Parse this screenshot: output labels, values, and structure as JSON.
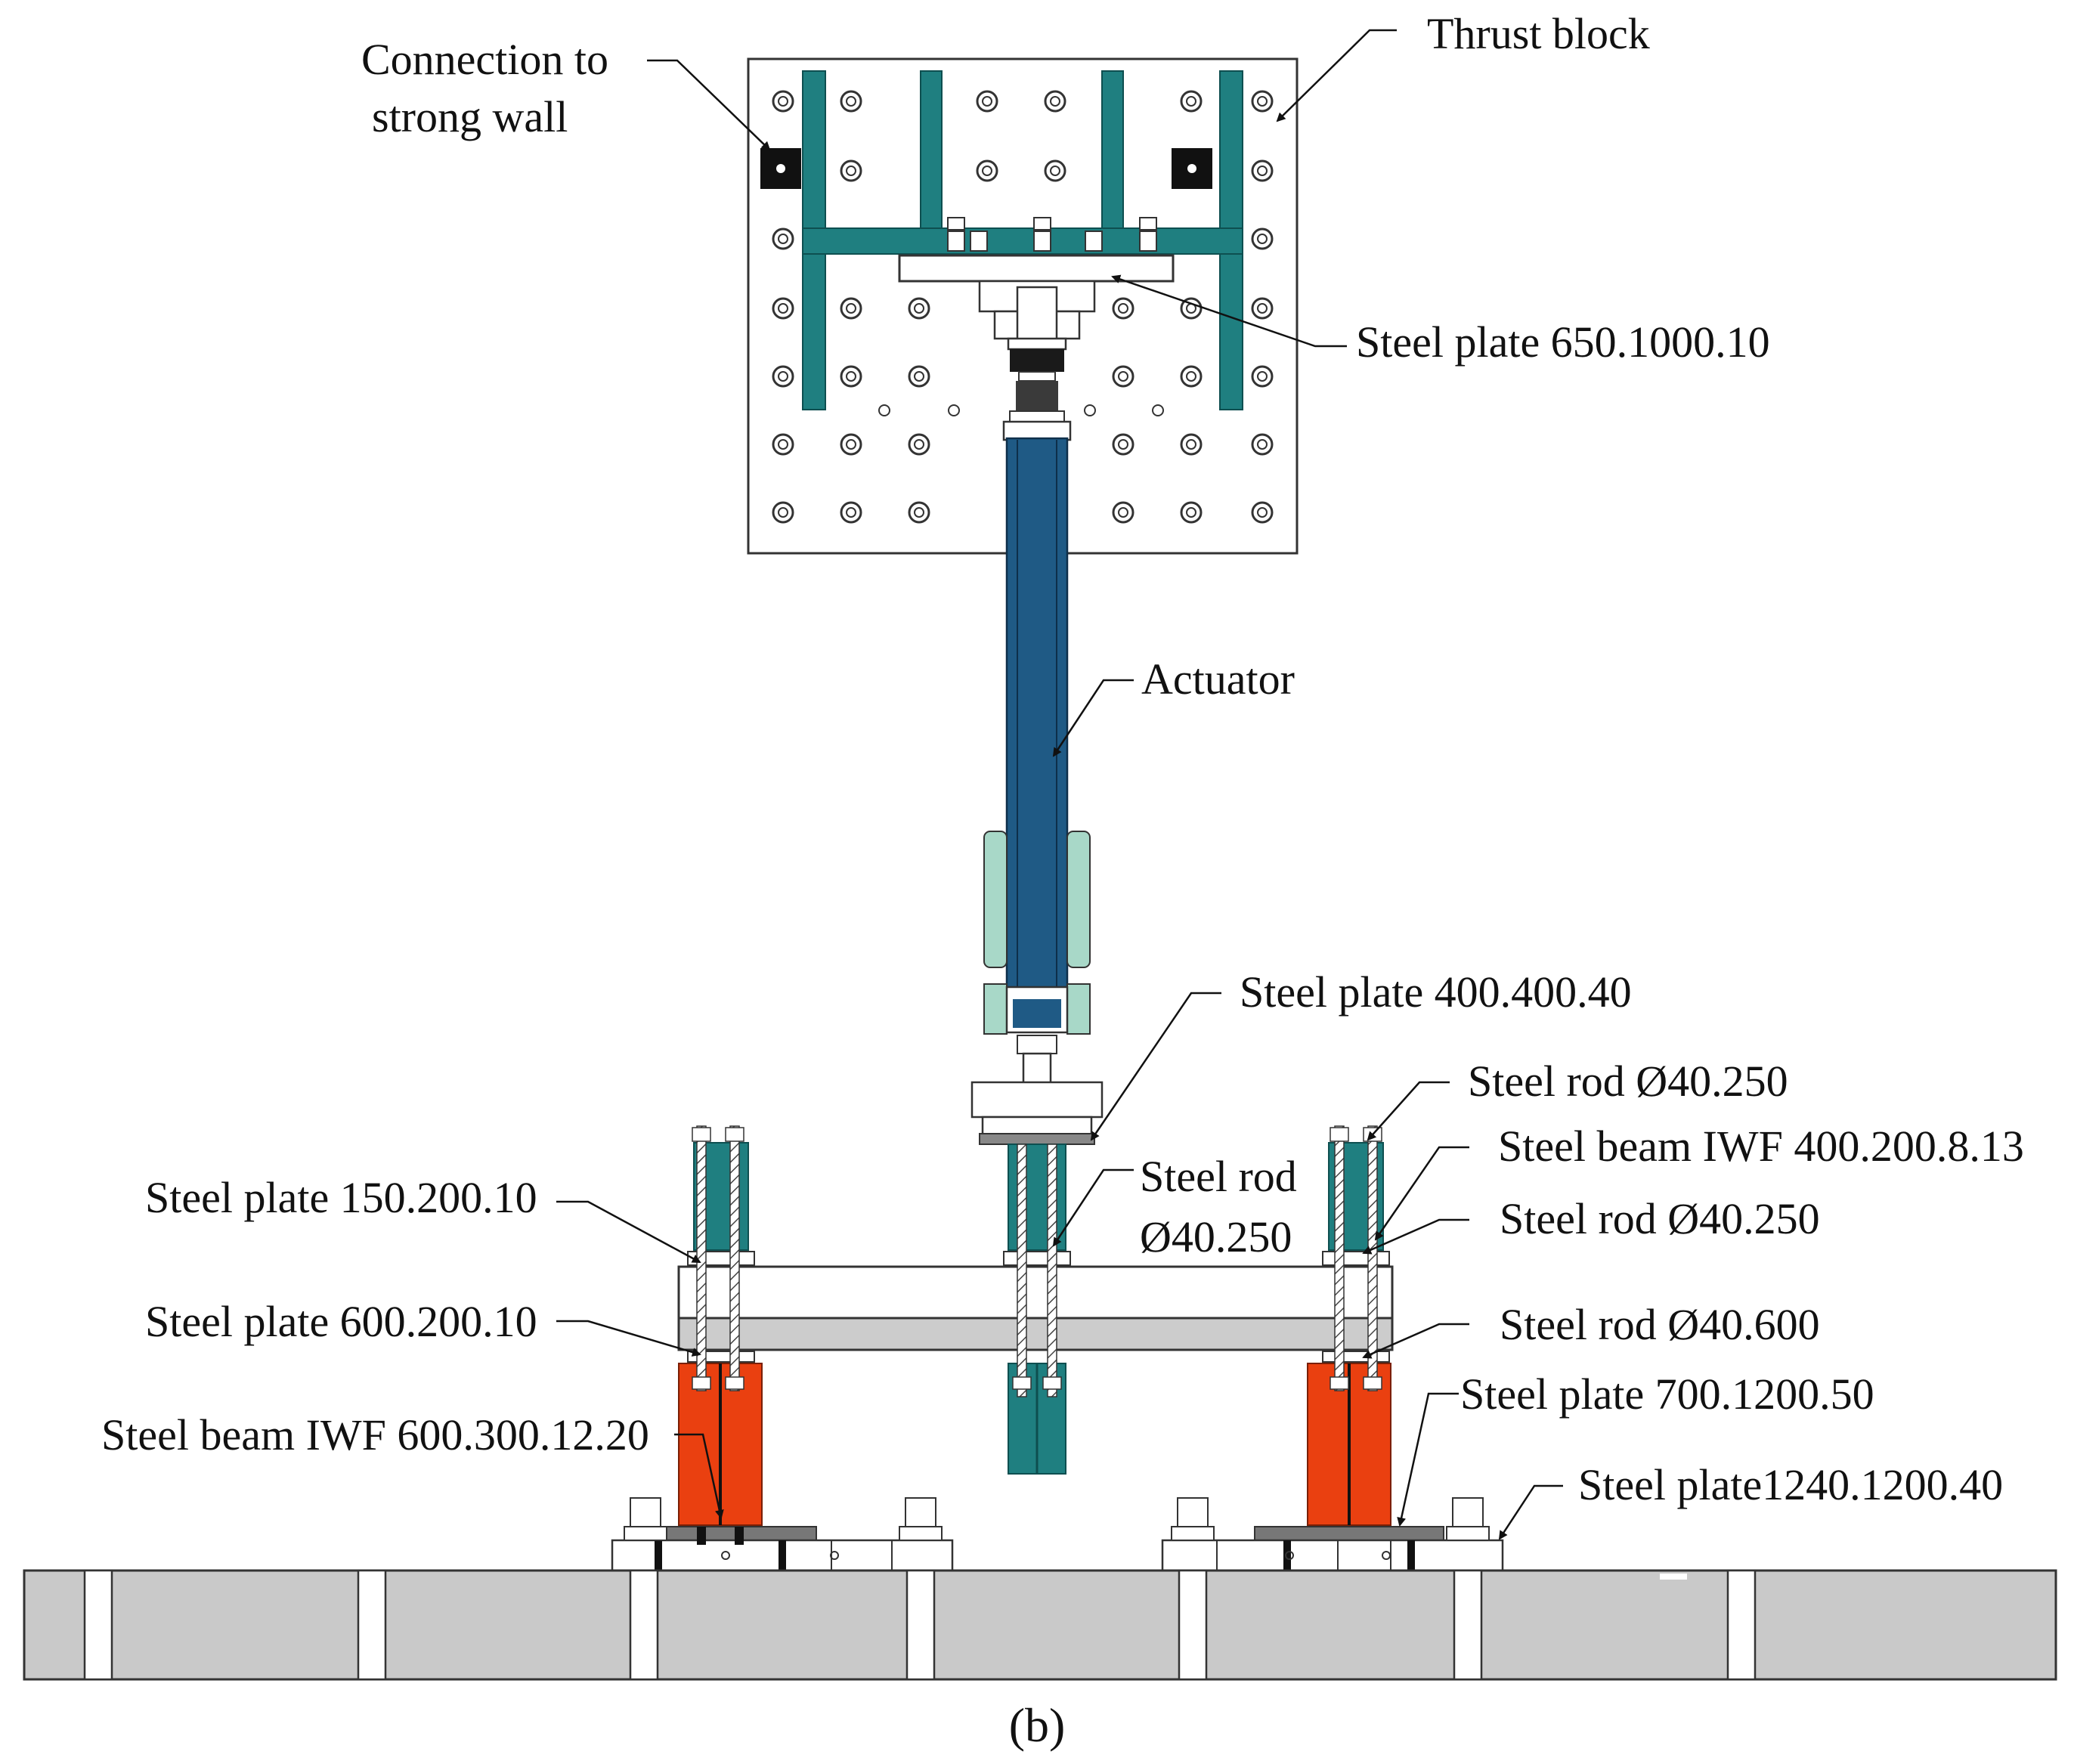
{
  "colors": {
    "background": "#ffffff",
    "thrust_block_fill": "#ffffff",
    "teal_frame": "#1f7f80",
    "actuator_blue": "#1f5a85",
    "mint_sleeve": "#a8d8c8",
    "orange_beam": "#ea4010",
    "grey_plate": "#cccccc",
    "floor_grey": "#c9c9c9",
    "outline": "#333333"
  },
  "labels": {
    "connection_line1": "Connection to",
    "connection_line2": "strong wall",
    "thrust_block": "Thrust block",
    "steel_plate_650": "Steel plate 650.1000.10",
    "actuator": "Actuator",
    "steel_plate_400": "Steel plate 400.400.40",
    "steel_rod_40_250_top": "Steel rod Ø40.250",
    "steel_beam_iwf_400": "Steel beam IWF 400.200.8.13",
    "steel_plate_150": "Steel plate 150.200.10",
    "center_rod_line1": "Steel rod",
    "center_rod_line2": "Ø40.250",
    "steel_rod_40_250_mid": "Steel rod Ø40.250",
    "steel_plate_600": "Steel plate 600.200.10",
    "steel_rod_40_600": "Steel rod Ø40.600",
    "steel_plate_700": "Steel plate 700.1200.50",
    "steel_beam_iwf_600": "Steel beam IWF 600.300.12.20",
    "steel_plate_1240": "Steel plate1240.1200.40"
  },
  "caption": "(b)"
}
